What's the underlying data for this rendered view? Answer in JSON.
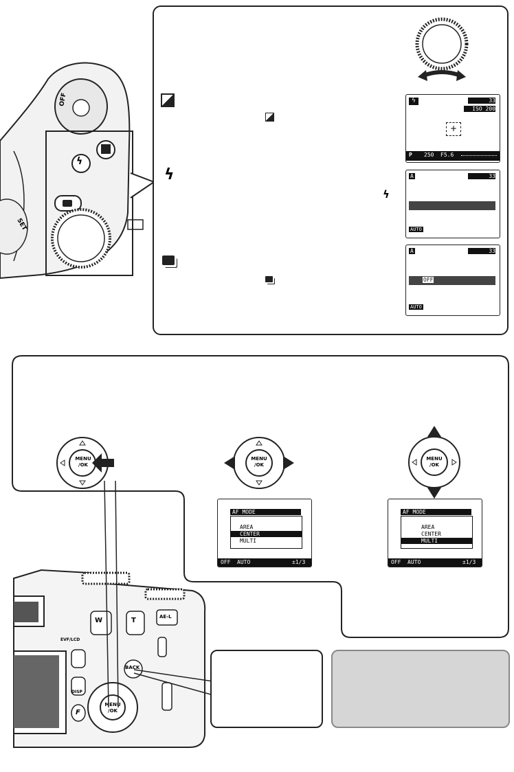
{
  "exposure_lcd": {
    "frames": "33",
    "iso": "ISO 200",
    "mode": "P",
    "shutter": "250",
    "aperture": "F5.6"
  },
  "flash_lcd": {
    "badge": "A",
    "frames": "33",
    "footer_badge": "AUTO"
  },
  "continuous_lcd": {
    "badge": "A",
    "frames": "33",
    "off_label": "OFF",
    "footer_badge": "AUTO"
  },
  "af_menu_center": {
    "title": "AF MODE",
    "items": [
      "AREA",
      "CENTER",
      "MULTI"
    ],
    "bottom_labels": [
      "OFF",
      "AUTO",
      "",
      "",
      "±1/3"
    ]
  },
  "af_menu_multi": {
    "title": "AF MODE",
    "items": [
      "AREA",
      "CENTER",
      "MULTI"
    ],
    "bottom_labels": [
      "OFF",
      "AUTO",
      "",
      "",
      "±1/3"
    ]
  },
  "dpad": {
    "center_line1": "MENU",
    "center_line2": "/OK"
  },
  "camera_back": {
    "w_label": "W",
    "t_label": "T",
    "ael_label": "AE-L",
    "back_label": "BACK",
    "evf_label": "EVF/LCD",
    "disp_label": "DISP",
    "f_label": "F"
  },
  "camera_top": {
    "off_label": "OFF",
    "set_label": "SET"
  }
}
